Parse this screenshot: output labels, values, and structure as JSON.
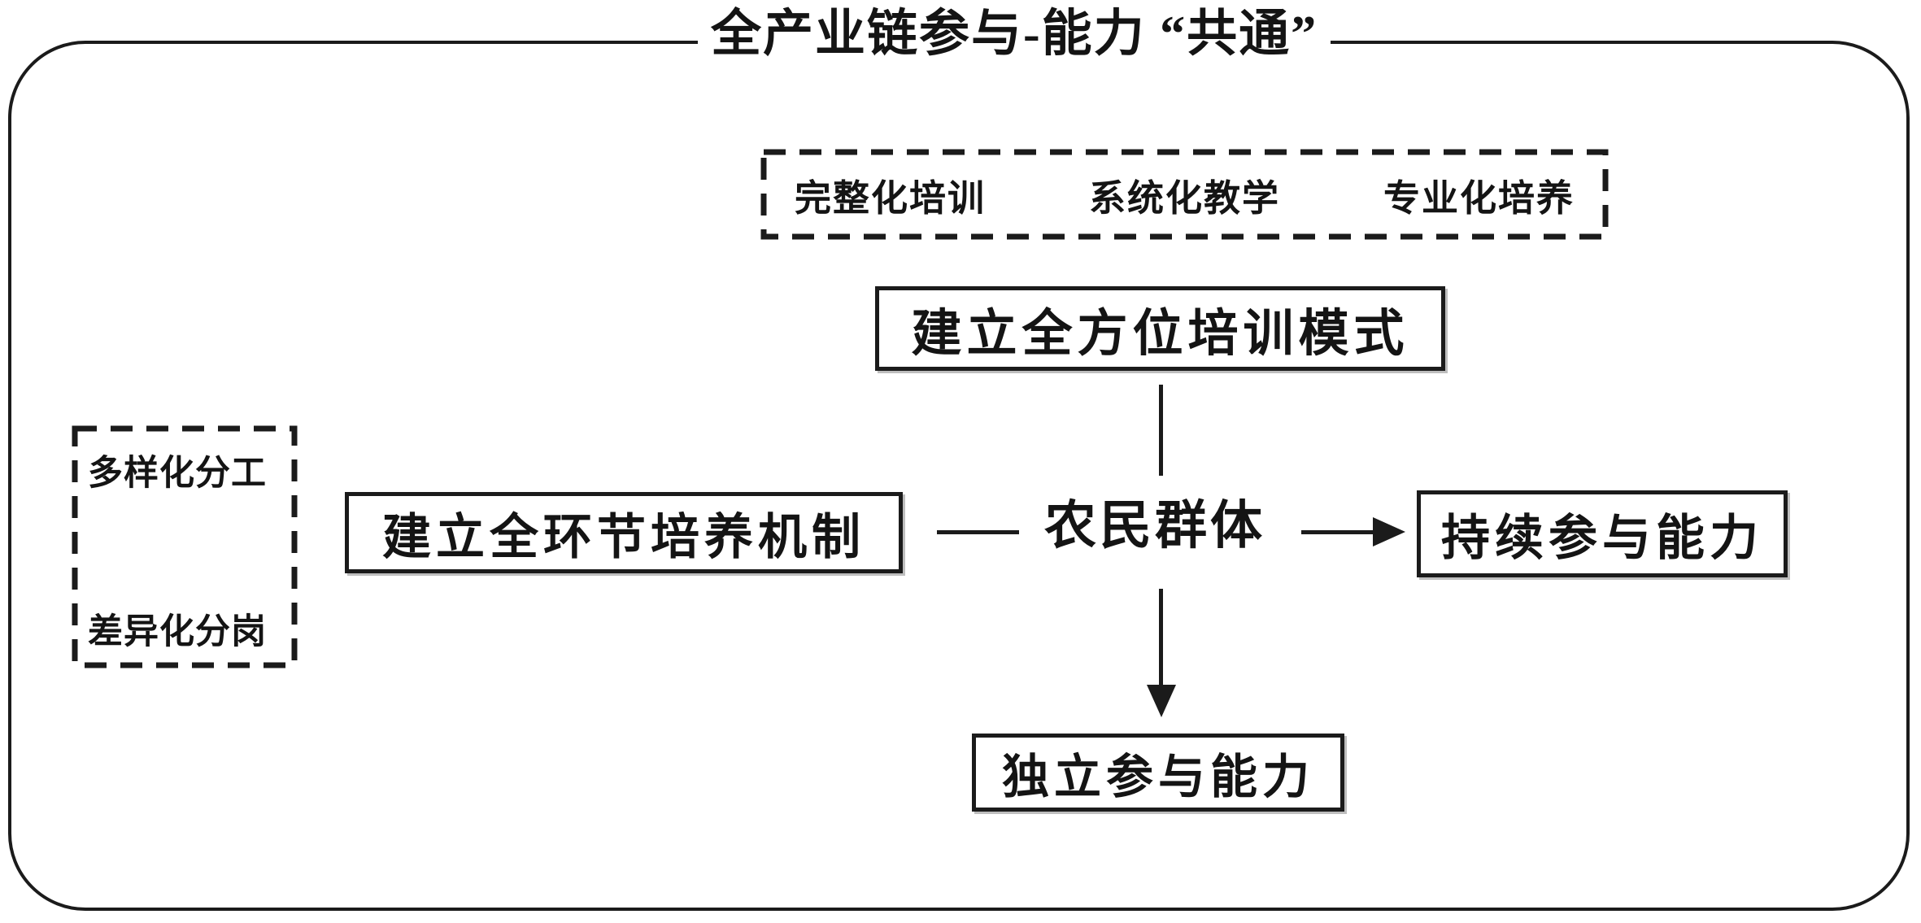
{
  "diagram": {
    "title": "全产业链参与-能力 “共通”",
    "top_dashed_box": {
      "item1": "完整化培训",
      "item2": "系统化教学",
      "item3": "专业化培养"
    },
    "nodes": {
      "training_model": "建立全方位培训模式",
      "training_mechanism": "建立全环节培养机制",
      "farmer_group": "农民群体",
      "sustained_ability": "持续参与能力",
      "independent_ability": "独立参与能力"
    },
    "left_dashed_box": {
      "top_item": "多样化分工",
      "bottom_item": "差异化分岗"
    },
    "colors": {
      "ink": "#1b1b1b",
      "background": "#ffffff"
    }
  }
}
